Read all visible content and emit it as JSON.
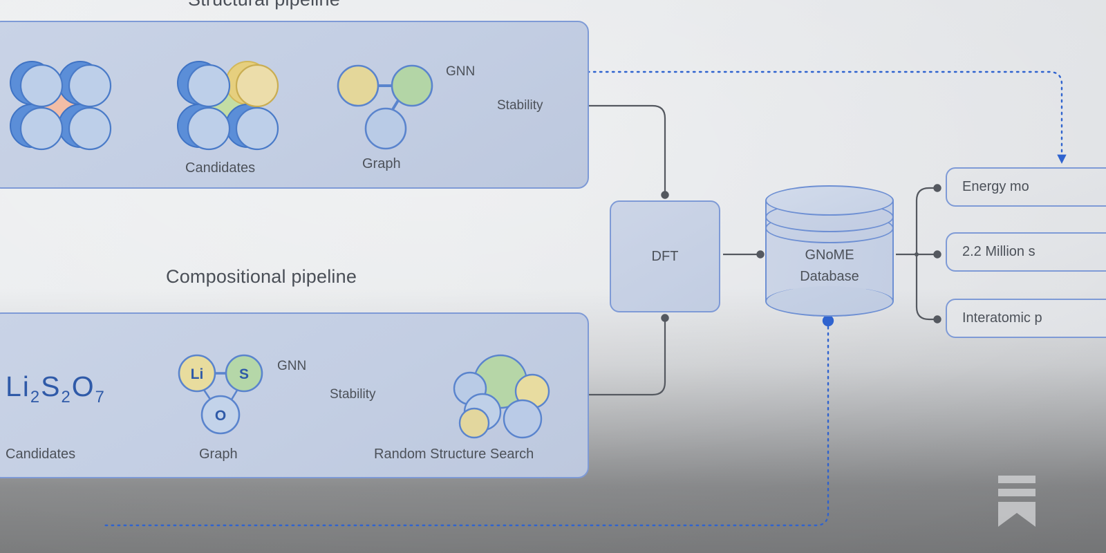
{
  "diagram": {
    "title_structural": "Structural pipeline",
    "title_compositional": "Compositional pipeline",
    "accent_blue": "#6d8fd3",
    "panel_fill": "#c3cee3",
    "text_gray": "#4c5159",
    "formula_blue": "#2f5aa8"
  },
  "structural_pipeline": {
    "step_candidates_label": "Candidates",
    "step_graph_label": "Graph",
    "gnn_label": "GNN",
    "stability_label": "Stability",
    "graph_nodes": [
      {
        "element": "",
        "color": "#e4d79a"
      },
      {
        "element": "",
        "color": "#b3d5a6"
      },
      {
        "element": "",
        "color": "#b9cbe6"
      }
    ],
    "seed_cluster_interstitial_color": "#f2bda6",
    "candidate_cluster_interstitial_color": "#c3dda4",
    "candidate_cluster_substituted_color": "#e6cf7e"
  },
  "compositional_pipeline": {
    "formula_main": "Li",
    "formula_parts": [
      "Li",
      "2",
      "S",
      "2",
      "O",
      "7"
    ],
    "formula_text": "Li2S2O7",
    "candidates_label": "Candidates",
    "graph_label": "Graph",
    "gnn_label": "GNN",
    "stability_label": "Stability",
    "random_search_label": "Random Structure Search",
    "graph_nodes": [
      {
        "element": "Li",
        "color": "#e8dc9e"
      },
      {
        "element": "S",
        "color": "#b5d7a8"
      },
      {
        "element": "O",
        "color": "#c3d3ea"
      }
    ]
  },
  "center": {
    "dft_label": "DFT",
    "database_line1": "GNoME",
    "database_line2": "Database"
  },
  "outputs": [
    {
      "label": "Energy mo"
    },
    {
      "label": "2.2 Million s"
    },
    {
      "label": "Interatomic p"
    }
  ],
  "icons": {
    "bookmark": "bookmark-icon"
  }
}
